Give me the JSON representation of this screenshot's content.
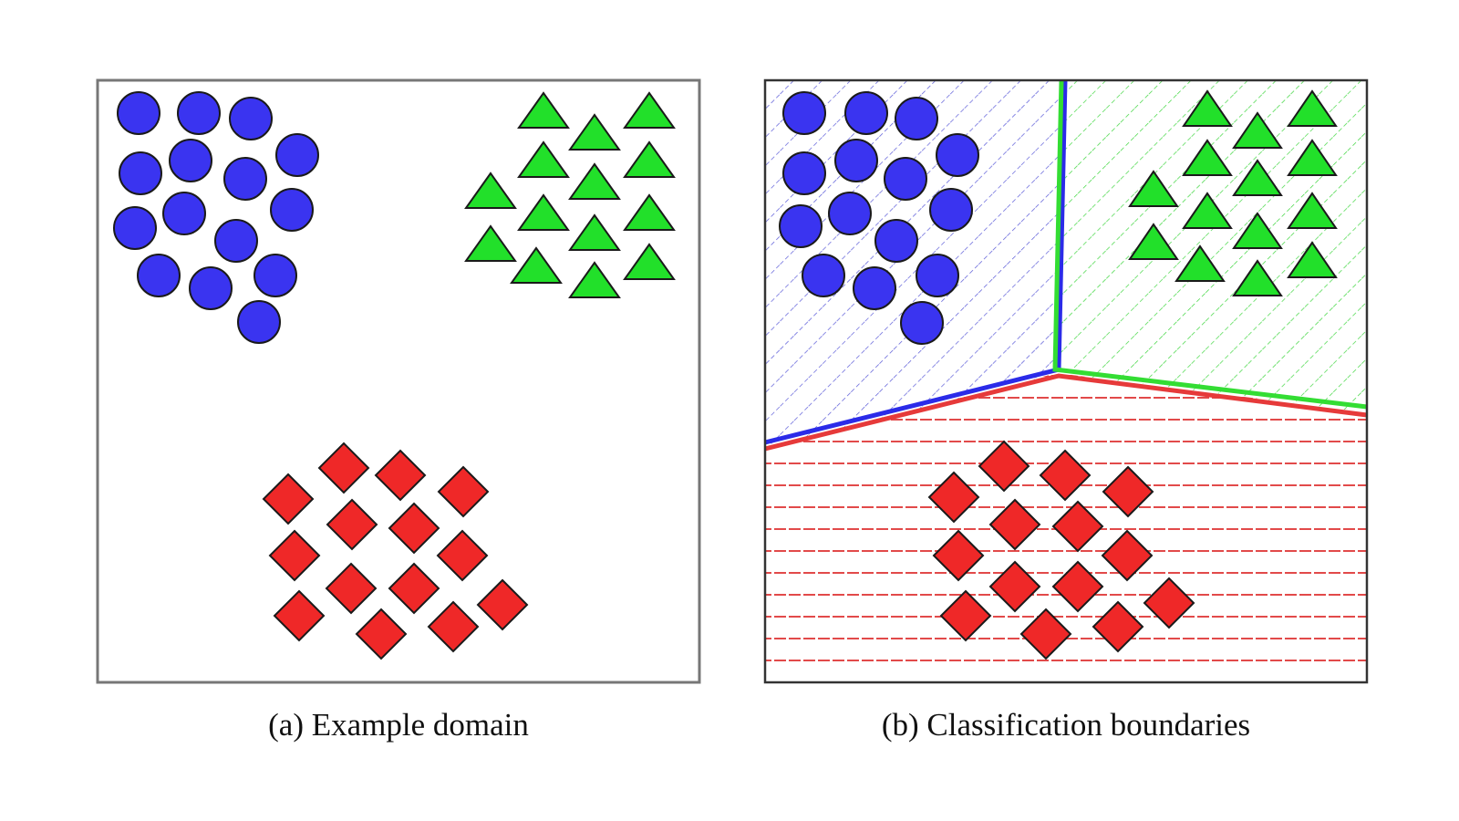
{
  "figure": {
    "panels": [
      {
        "id": "a",
        "caption": "(a) Example domain"
      },
      {
        "id": "b",
        "caption": "(b) Classification boundaries"
      }
    ],
    "classes": {
      "circles": {
        "label": "circle",
        "fill": "#3a34f0",
        "boundary": "#2b2be8",
        "hatch": "#5a5ad8"
      },
      "triangles": {
        "label": "triangle",
        "fill": "#22e02a",
        "boundary": "#33dd33",
        "hatch": "#3fd63f"
      },
      "diamonds": {
        "label": "diamond",
        "fill": "#ef2828",
        "boundary": "#e63a3a",
        "hatch": "#e24a4a"
      }
    }
  }
}
